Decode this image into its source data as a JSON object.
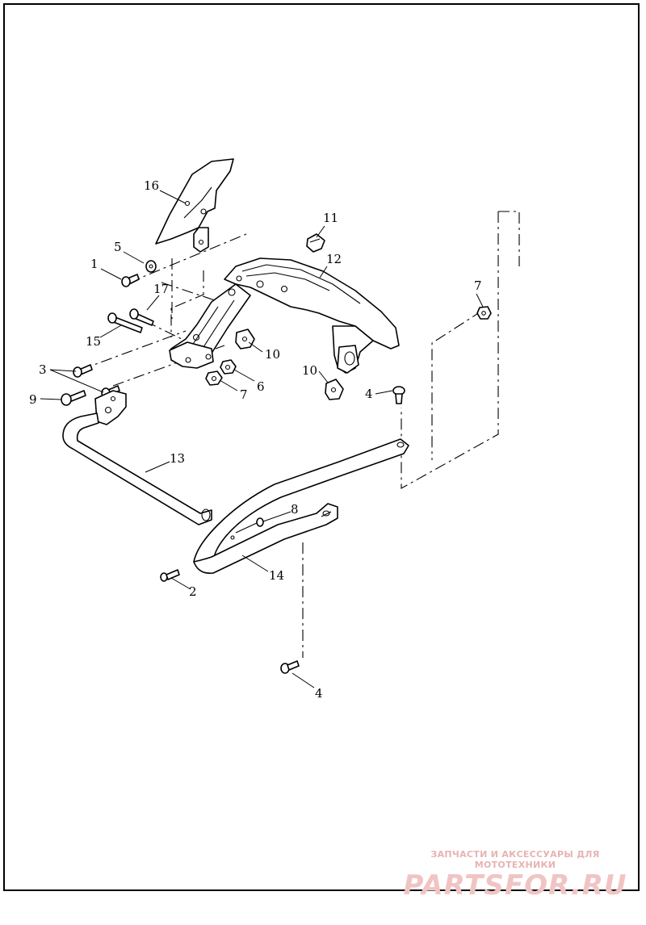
{
  "diagram": {
    "callouts": [
      {
        "id": "c16",
        "label": "16"
      },
      {
        "id": "c11",
        "label": "11"
      },
      {
        "id": "c12",
        "label": "12"
      },
      {
        "id": "c5",
        "label": "5"
      },
      {
        "id": "c1",
        "label": "1"
      },
      {
        "id": "c17",
        "label": "17"
      },
      {
        "id": "c15",
        "label": "15"
      },
      {
        "id": "c10a",
        "label": "10"
      },
      {
        "id": "c3",
        "label": "3"
      },
      {
        "id": "c6",
        "label": "6"
      },
      {
        "id": "c7a",
        "label": "7"
      },
      {
        "id": "c7b",
        "label": "7"
      },
      {
        "id": "c10b",
        "label": "10"
      },
      {
        "id": "c9",
        "label": "9"
      },
      {
        "id": "c4a",
        "label": "4"
      },
      {
        "id": "c13",
        "label": "13"
      },
      {
        "id": "c8",
        "label": "8"
      },
      {
        "id": "c14",
        "label": "14"
      },
      {
        "id": "c2",
        "label": "2"
      },
      {
        "id": "c4b",
        "label": "4"
      }
    ]
  },
  "watermark": {
    "tagline": "ЗАПЧАСТИ И АКСЕССУАРЫ ДЛЯ МОТОТЕХНИКИ",
    "logo": "PARTSFOR.RU"
  }
}
